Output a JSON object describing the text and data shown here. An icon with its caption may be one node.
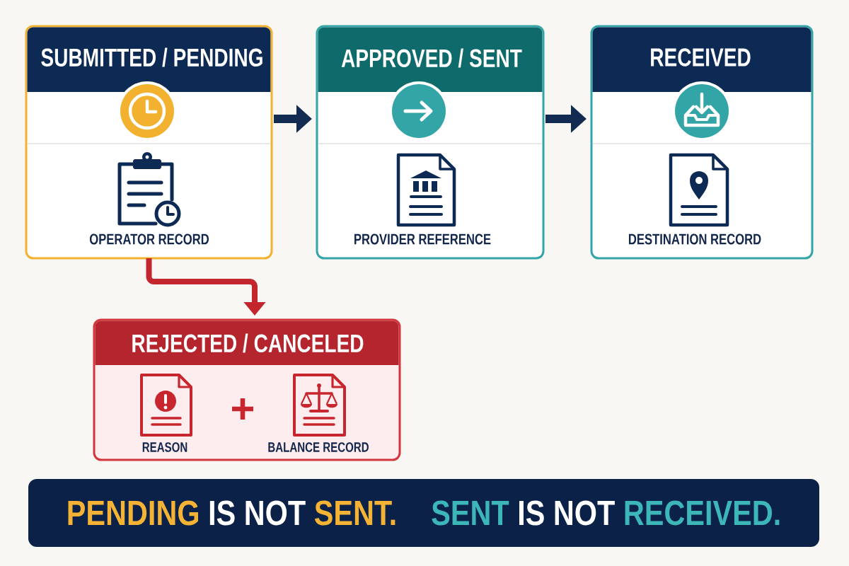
{
  "diagram": {
    "nodes": [
      {
        "text": [
          "SUBMITTED / PENDING",
          "OPERATOR RECORD"
        ]
      },
      {
        "text": [
          "APPROVED / SENT",
          "PROVIDER REFERENCE"
        ]
      },
      {
        "text": [
          "RECEIVED",
          "DESTINATION RECORD"
        ]
      },
      {
        "text": [
          "REJECTED / CANCELED",
          "REASON",
          "BALANCE RECORD"
        ]
      },
      {
        "text": [
          "**PENDING** IS NOT **SENT.**",
          "**SENT** IS NOT **RECEIVED.**"
        ]
      }
    ],
    "edges": [
      {
        "from": 0,
        "to": 1,
        "arrow": "to"
      },
      {
        "from": 1,
        "to": 2,
        "arrow": "to"
      },
      {
        "from": 0,
        "to": 3,
        "arrow": "to",
        "color": "#c4262e"
      }
    ]
  }
}
